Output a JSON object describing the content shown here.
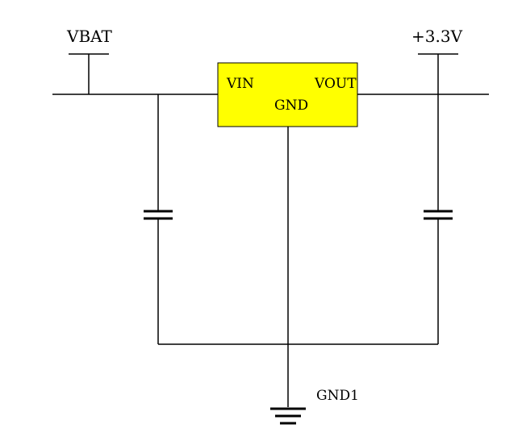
{
  "net_labels": {
    "vbat": "VBAT",
    "vout_rail": "+3.3V",
    "ground": "GND1"
  },
  "regulator": {
    "pins": {
      "vin": "VIN",
      "vout": "VOUT",
      "gnd": "GND"
    },
    "fill_color": "#ffff00"
  },
  "colors": {
    "wire": "#000000",
    "background": "#ffffff"
  }
}
